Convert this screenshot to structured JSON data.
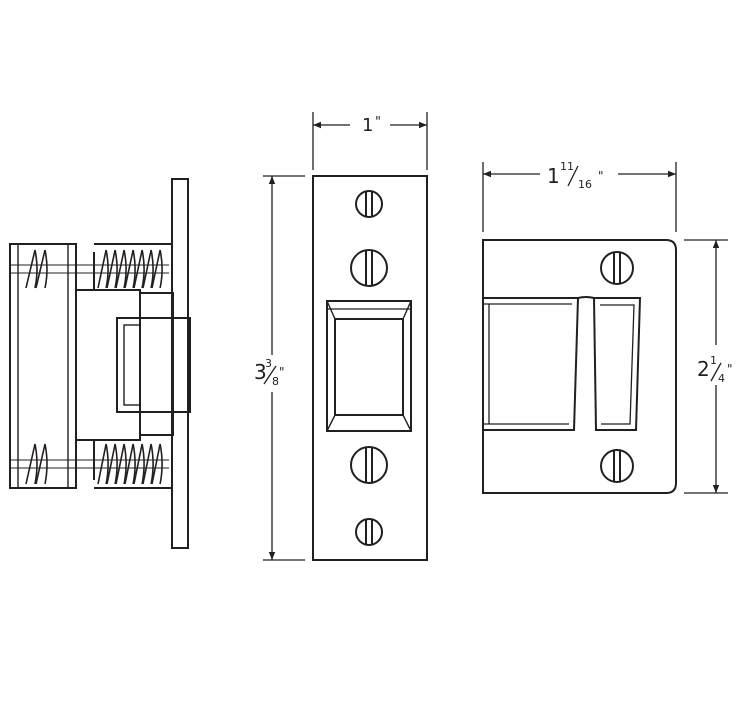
{
  "drawing": {
    "views": [
      "side-view",
      "front-view",
      "strike-plate-view"
    ],
    "line_color": "#231f20",
    "background": "#ffffff"
  },
  "dimensions": {
    "width_front": {
      "whole": "1",
      "unit": "\""
    },
    "height_front": {
      "whole": "3",
      "num": "3",
      "den": "8",
      "unit": "\""
    },
    "width_strike": {
      "whole": "1",
      "num": "11",
      "den": "16",
      "unit": "\""
    },
    "height_strike": {
      "whole": "2",
      "num": "1",
      "den": "4",
      "unit": "\""
    }
  }
}
